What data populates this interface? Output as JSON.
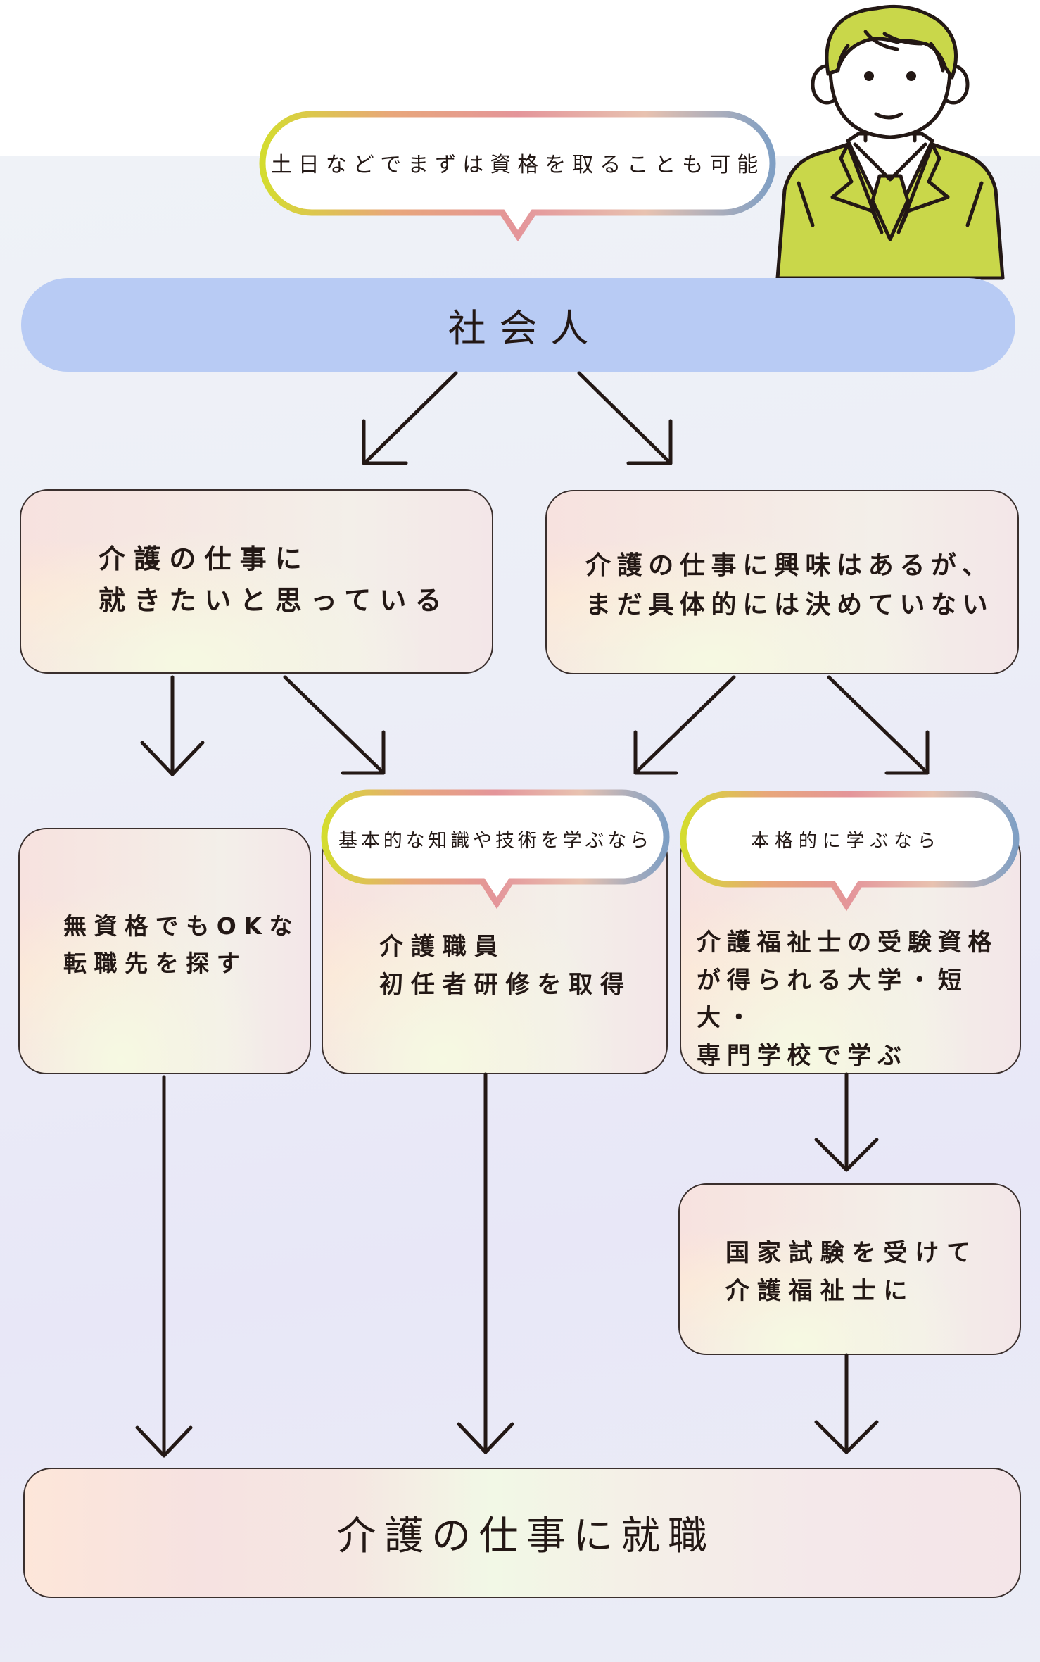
{
  "speech_bubbles": {
    "top": "土日などでまずは資格を取ることも可能",
    "basic": "基本的な知識や技術を学ぶなら",
    "serious": "本格的に学ぶなら"
  },
  "start_node": {
    "label": "社会人"
  },
  "branches": {
    "left": {
      "label": "介護の仕事に\n就きたいと思っている"
    },
    "right": {
      "label": "介護の仕事に興味はあるが、\nまだ具体的には決めていない"
    }
  },
  "paths": {
    "no_qualification": "無資格でもOKな\n転職先を探す",
    "initial_training": "介護職員\n初任者研修を取得",
    "school": "介護福祉士の受験資格\nが得られる大学・短大・\n専門学校で学ぶ",
    "national_exam": "国家試験を受けて\n介護福祉士に"
  },
  "end_node": {
    "label": "介護の仕事に就職"
  },
  "colors": {
    "pill": "#b8cbf4",
    "line": "#231815",
    "bubble_gradient": [
      "#d4dc2f",
      "#e8a77a",
      "#e4959a",
      "#e8c2b0",
      "#7f9fc4"
    ],
    "person_suit": "#c9d74a"
  },
  "icons": {
    "person": "businessman-illustration"
  }
}
